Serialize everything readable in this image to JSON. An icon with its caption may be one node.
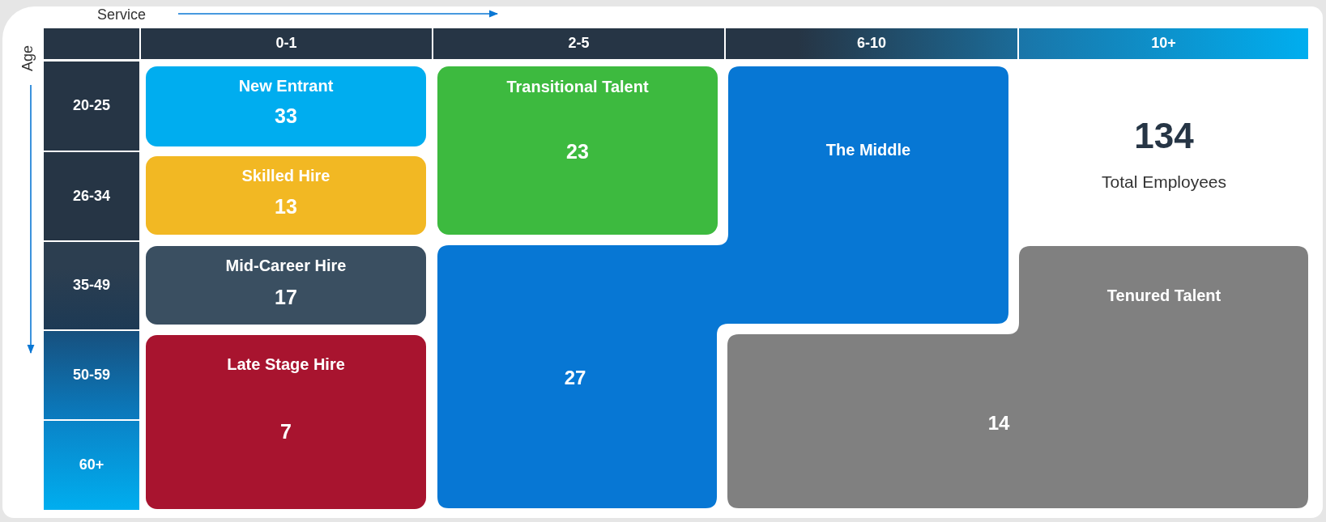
{
  "diagram": {
    "nodes": [
      {
        "text": [
          "0-1"
        ]
      },
      {
        "text": [
          "2-5"
        ]
      },
      {
        "text": [
          "6-10"
        ]
      },
      {
        "text": [
          "10+"
        ]
      },
      {
        "text": [
          "20-25"
        ]
      },
      {
        "text": [
          "New Entrant",
          "33"
        ]
      },
      {
        "text": [
          "Transitional Talent",
          "23"
        ]
      },
      {
        "text": [
          "The Middle",
          "27"
        ]
      },
      {
        "text": [
          "26-34"
        ]
      },
      {
        "text": [
          "Skilled Hire",
          "13"
        ]
      },
      {
        "text": [
          "35-49"
        ]
      },
      {
        "text": [
          "Mid-Career Hire",
          "17"
        ]
      },
      {
        "text": [
          "Tenured Talent",
          "14"
        ]
      },
      {
        "text": [
          "50-59"
        ]
      },
      {
        "text": [
          "Late Stage Hire",
          "7"
        ]
      },
      {
        "text": [
          "60+"
        ]
      }
    ],
    "labels": [
      "Service",
      "Age",
      "134",
      "Total Employees"
    ]
  }
}
